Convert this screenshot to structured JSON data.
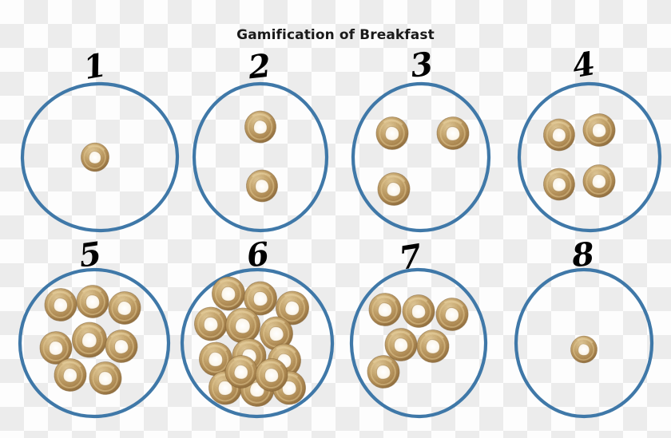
{
  "figure": {
    "title": "Gamification of Breakfast",
    "background": "transparent-checkerboard",
    "circle_color": "#3f78a8",
    "cereal_color": "#c09a5e",
    "rows": 2,
    "columns": 4
  },
  "chart_data": {
    "type": "pictogram",
    "title": "Gamification of Breakfast",
    "xlabel": "",
    "ylabel": "",
    "categories": [
      "1",
      "2",
      "3",
      "4",
      "5",
      "6",
      "7",
      "8"
    ],
    "values": [
      1,
      2,
      3,
      4,
      8,
      14,
      6,
      1
    ],
    "series": [
      {
        "name": "cereal pieces drawn",
        "values": [
          1,
          2,
          3,
          4,
          8,
          14,
          6,
          1
        ]
      }
    ],
    "unit": "cereal ring",
    "grid": false,
    "legend": "none",
    "notes": "Each labelled hand-drawn blue circle holds a count of breakfast cereal rings; counts match the label for 1-4 then diverge, with circle 8 holding only a single ring."
  },
  "cells": [
    {
      "label": "1",
      "count": 1,
      "name": "circle-group-1"
    },
    {
      "label": "2",
      "count": 2,
      "name": "circle-group-2"
    },
    {
      "label": "3",
      "count": 3,
      "name": "circle-group-3"
    },
    {
      "label": "4",
      "count": 4,
      "name": "circle-group-4"
    },
    {
      "label": "5",
      "count": 8,
      "name": "circle-group-5"
    },
    {
      "label": "6",
      "count": 14,
      "name": "circle-group-6"
    },
    {
      "label": "7",
      "count": 6,
      "name": "circle-group-7"
    },
    {
      "label": "8",
      "count": 1,
      "name": "circle-group-8"
    }
  ]
}
